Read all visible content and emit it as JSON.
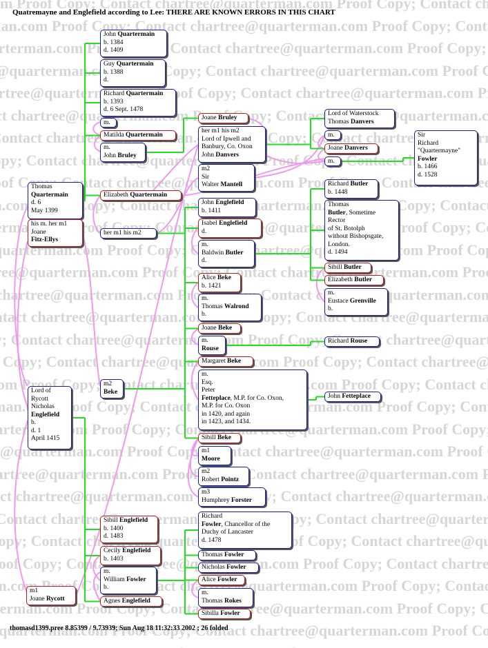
{
  "title": "Quatremayne and Englefield according to Lee: THERE ARE KNOWN ERRORS IN THIS CHART",
  "footer": "thomasd1399.pree 8.85399 / 9.73939; Sun Aug 18 11:32:33 2002 ; 26 folded",
  "watermark": [
    "Proof Copy;",
    "Contact chartree@quarterman.com"
  ],
  "colors": {
    "male_border": "#1a1aa0",
    "female_border": "#c01818",
    "descent_line": "#22dd22",
    "marriage_line": "#ee99ee",
    "watermark": "#d6d6d6"
  },
  "people": [
    {
      "id": "thomasq",
      "lines": [
        [
          "Thomas"
        ],
        [
          [
            "b",
            "Quartermain"
          ]
        ],
        [
          "d. 6"
        ],
        [
          "May 1399"
        ]
      ]
    },
    {
      "id": "fitzellys",
      "f": true,
      "lines": [
        [
          "his m. her m1"
        ],
        [
          "Joane"
        ],
        [
          [
            "b",
            "Fitz-Ellys"
          ]
        ]
      ]
    },
    {
      "id": "nicholas",
      "lines": [
        [
          "Lord of"
        ],
        [
          "Rycott"
        ],
        [
          "Nicholas"
        ],
        [
          [
            "b",
            "Englefield"
          ]
        ],
        [
          "b."
        ],
        [
          "d. 1"
        ],
        [
          "April 1415"
        ]
      ]
    },
    {
      "id": "rycott",
      "f": true,
      "lines": [
        [
          "m1"
        ],
        [
          "Joane ",
          [
            "b",
            "Rycott"
          ]
        ]
      ]
    },
    {
      "id": "johnq",
      "lines": [
        [
          "John ",
          [
            "b",
            "Quartermain"
          ]
        ],
        [
          "b. 1384"
        ],
        [
          "d. 1409"
        ]
      ]
    },
    {
      "id": "guyq",
      "lines": [
        [
          "Guy ",
          [
            "b",
            "Quartermain"
          ]
        ],
        [
          "b. 1388"
        ],
        [
          "d."
        ]
      ]
    },
    {
      "id": "richardq",
      "lines": [
        [
          "Richard ",
          [
            "b",
            "Quartermain"
          ]
        ],
        [
          "b. 1393"
        ],
        [
          "d. 6 Sept. 1478"
        ]
      ]
    },
    {
      "id": "m_rq",
      "lines": [
        [
          "m."
        ]
      ]
    },
    {
      "id": "matildaq",
      "f": true,
      "lines": [
        [
          "Matilda ",
          [
            "b",
            "Quartermain"
          ]
        ]
      ]
    },
    {
      "id": "johnbruley",
      "lines": [
        [
          "m."
        ],
        [
          "John ",
          [
            "b",
            "Bruley"
          ]
        ]
      ]
    },
    {
      "id": "elizabethq",
      "f": true,
      "lines": [
        [
          "Elizabeth ",
          [
            "b",
            "Quartermain"
          ]
        ]
      ]
    },
    {
      "id": "hermhism2",
      "lines": [
        [
          "her m1 his m2"
        ]
      ]
    },
    {
      "id": "m2beke",
      "lines": [
        [
          "m2"
        ],
        [
          [
            "b",
            "Beke"
          ]
        ]
      ]
    },
    {
      "id": "sibillenglefield",
      "f": true,
      "lines": [
        [
          "Sibill ",
          [
            "b",
            "Englefield"
          ]
        ],
        [
          "b. 1400"
        ],
        [
          "d. 1483"
        ]
      ]
    },
    {
      "id": "cecily",
      "f": true,
      "lines": [
        [
          "Cecily ",
          [
            "b",
            "Englefield"
          ]
        ],
        [
          "b. 1403"
        ]
      ]
    },
    {
      "id": "williamfowler",
      "lines": [
        [
          "m."
        ],
        [
          "William ",
          [
            "b",
            "Fowler"
          ]
        ],
        [
          "b."
        ]
      ]
    },
    {
      "id": "agnes",
      "f": true,
      "lines": [
        [
          "Agnes ",
          [
            "b",
            "Englefield"
          ]
        ]
      ]
    },
    {
      "id": "joanebruley",
      "f": true,
      "lines": [
        [
          "Joane ",
          [
            "b",
            "Bruley"
          ]
        ]
      ]
    },
    {
      "id": "johndanvers",
      "lines": [
        [
          "her m1 his m2"
        ],
        [
          "Lord of Ipwell and"
        ],
        [
          "Banbury, Co. Oxon"
        ],
        [
          "John ",
          [
            "b",
            "Danvers"
          ]
        ]
      ]
    },
    {
      "id": "walter",
      "lines": [
        [
          "m2"
        ],
        [
          "Sir"
        ],
        [
          "Walter ",
          [
            "b",
            "Mantell"
          ]
        ]
      ]
    },
    {
      "id": "johnenglefield",
      "lines": [
        [
          "John ",
          [
            "b",
            "Englefield"
          ]
        ],
        [
          "b. 1411"
        ]
      ]
    },
    {
      "id": "isabel",
      "f": true,
      "lines": [
        [
          "Isabel ",
          [
            "b",
            "Englefield"
          ]
        ],
        [
          "d."
        ]
      ]
    },
    {
      "id": "baldwin",
      "lines": [
        [
          "m."
        ],
        [
          "Baldwin ",
          [
            "b",
            "Butler"
          ]
        ],
        [
          "d."
        ]
      ]
    },
    {
      "id": "alicebeke",
      "f": true,
      "lines": [
        [
          "Alice ",
          [
            "b",
            "Beke"
          ]
        ],
        [
          "b. 1421"
        ]
      ]
    },
    {
      "id": "walrond",
      "lines": [
        [
          "m."
        ],
        [
          "Thomas ",
          [
            "b",
            "Walrond"
          ]
        ],
        [
          "b."
        ]
      ]
    },
    {
      "id": "joanebeke",
      "f": true,
      "lines": [
        [
          "Joane ",
          [
            "b",
            "Beke"
          ]
        ]
      ]
    },
    {
      "id": "mrouse",
      "lines": [
        [
          "m."
        ],
        [
          [
            "b",
            "Rouse"
          ]
        ]
      ]
    },
    {
      "id": "margaretbeke",
      "f": true,
      "lines": [
        [
          "Margaret ",
          [
            "b",
            "Beke"
          ]
        ]
      ]
    },
    {
      "id": "fetteplace",
      "lines": [
        [
          "m."
        ],
        [
          "Esq."
        ],
        [
          "Peter"
        ],
        [
          [
            "b",
            "Fetteplace"
          ],
          ", M.P. for Co. Oxon,"
        ],
        [
          "M.P. for Co. Oxon"
        ],
        [
          "in 1420, and again"
        ],
        [
          "in 1423, and 1434."
        ]
      ]
    },
    {
      "id": "sibillbeke",
      "f": true,
      "lines": [
        [
          "Sibill ",
          [
            "b",
            "Beke"
          ]
        ]
      ]
    },
    {
      "id": "moore",
      "lines": [
        [
          "m1"
        ],
        [
          [
            "b",
            "Moore"
          ]
        ]
      ]
    },
    {
      "id": "pointz",
      "lines": [
        [
          "m2"
        ],
        [
          "Robert ",
          [
            "b",
            "Pointz"
          ]
        ]
      ]
    },
    {
      "id": "forster",
      "lines": [
        [
          "m3"
        ],
        [
          "Humphrey ",
          [
            "b",
            "Forster"
          ]
        ]
      ]
    },
    {
      "id": "richardfowler",
      "lines": [
        [
          "Richard"
        ],
        [
          [
            "b",
            "Fowler"
          ],
          ", Chancellor of the"
        ],
        [
          "Duchy of Lancaster"
        ],
        [
          "d. 1478"
        ]
      ]
    },
    {
      "id": "thomasfowler",
      "lines": [
        [
          "Thomas ",
          [
            "b",
            "Fowler"
          ]
        ]
      ]
    },
    {
      "id": "nicholasfowler",
      "lines": [
        [
          "Nicholas ",
          [
            "b",
            "Fowler"
          ]
        ]
      ]
    },
    {
      "id": "alicefowler",
      "f": true,
      "lines": [
        [
          "Alice ",
          [
            "b",
            "Fowler"
          ]
        ]
      ]
    },
    {
      "id": "rokes",
      "lines": [
        [
          "m."
        ],
        [
          "Thomas ",
          [
            "b",
            "Rokes"
          ]
        ]
      ]
    },
    {
      "id": "sibillafowler",
      "f": true,
      "lines": [
        [
          "Sibilla ",
          [
            "b",
            "Fowler"
          ]
        ]
      ]
    },
    {
      "id": "thomasdanvers",
      "lines": [
        [
          "Lord of Waterstock"
        ],
        [
          "Thomas ",
          [
            "b",
            "Danvers"
          ]
        ]
      ]
    },
    {
      "id": "m_td",
      "lines": [
        [
          "m."
        ]
      ]
    },
    {
      "id": "joanedanvers",
      "f": true,
      "lines": [
        [
          "Joane ",
          [
            "b",
            "Danvers"
          ]
        ]
      ]
    },
    {
      "id": "m_jd",
      "lines": [
        [
          "m."
        ]
      ]
    },
    {
      "id": "sirrichard",
      "lines": [
        [
          "Sir"
        ],
        [
          "Richard"
        ],
        [
          "\"Quartermayne\""
        ],
        [
          [
            "b",
            "Fowler"
          ]
        ],
        [
          "b. 1466"
        ],
        [
          "d. 1528"
        ]
      ]
    },
    {
      "id": "richardbutler",
      "lines": [
        [
          "Richard ",
          [
            "b",
            "Butler"
          ]
        ],
        [
          "b. 1448"
        ]
      ]
    },
    {
      "id": "thomasbutler",
      "lines": [
        [
          "Thomas"
        ],
        [
          [
            "b",
            "Butler"
          ],
          ", Sometime"
        ],
        [
          "Rector"
        ],
        [
          "of St. Botolph"
        ],
        [
          "without Bishopsgate,"
        ],
        [
          "London."
        ],
        [
          "d. 1494"
        ]
      ]
    },
    {
      "id": "sibillbutler",
      "f": true,
      "lines": [
        [
          "Sibill ",
          [
            "b",
            "Butler"
          ]
        ]
      ]
    },
    {
      "id": "elizabethbutler",
      "f": true,
      "lines": [
        [
          "Elizabeth ",
          [
            "b",
            "Butler"
          ]
        ]
      ]
    },
    {
      "id": "grenville",
      "lines": [
        [
          "m."
        ],
        [
          "Eustace ",
          [
            "b",
            "Grenville"
          ]
        ],
        [
          "b."
        ]
      ]
    },
    {
      "id": "richardrouse",
      "lines": [
        [
          "Richard ",
          [
            "b",
            "Rouse"
          ]
        ]
      ]
    },
    {
      "id": "johnfetteplace",
      "lines": [
        [
          "John ",
          [
            "b",
            "Fetteplace"
          ]
        ]
      ]
    }
  ]
}
